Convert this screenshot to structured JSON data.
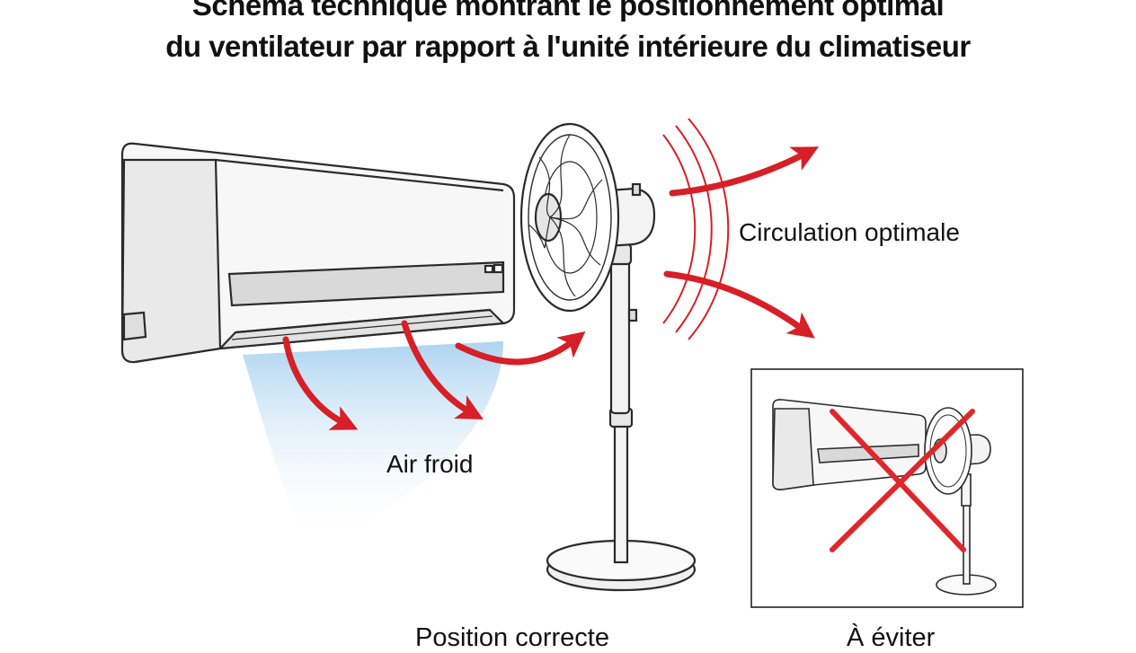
{
  "title": {
    "line1": "Schéma technique montrant le positionnement optimal",
    "line2": "du ventilateur par rapport à l'unité intérieure du climatiseur"
  },
  "labels": {
    "circulation": "Circulation optimale",
    "air": "Air froid",
    "correct": "Position correcte",
    "avoid": "À éviter"
  },
  "icons": [
    "air-conditioner-icon",
    "standing-fan-icon",
    "airflow-arrow-icon",
    "sound-wave-icon",
    "cross-mark-icon"
  ],
  "colors": {
    "arrow": "#d61f26",
    "cross": "#e0262c",
    "cold_air": "#bcdcf2",
    "outline": "#2b2b2b"
  }
}
